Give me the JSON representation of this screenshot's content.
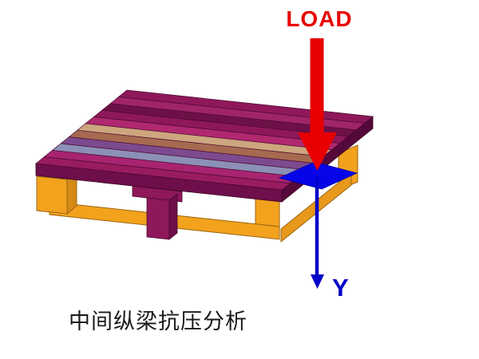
{
  "figure": {
    "load_label": "LOAD",
    "axis_label": "Y",
    "caption": "中间纵梁抗压分析"
  },
  "colors": {
    "background": "#ffffff",
    "load_arrow": "#e80000",
    "axis_arrow": "#0202c8",
    "highlight_patch": "#0505e8",
    "caption_text": "#1a1a1a",
    "pallet": {
      "deck_front_face": "#6e0e4a",
      "deck_right_face": "#55093a",
      "stringer_yellow": "#f2a21c",
      "stringer_yellow_shade": "#d58a14",
      "stringer_yellow_dark": "#e8991b",
      "center_support": "#8e185a",
      "center_support_shade": "#6e0e4a",
      "plank_colors": [
        "#9a1c60",
        "#a82470",
        "#8c90b6",
        "#7c4a8e",
        "#a66a50",
        "#cda57e",
        "#b0286f",
        "#8e185a",
        "#6e1048",
        "#a02468",
        "#8e185a"
      ]
    }
  }
}
